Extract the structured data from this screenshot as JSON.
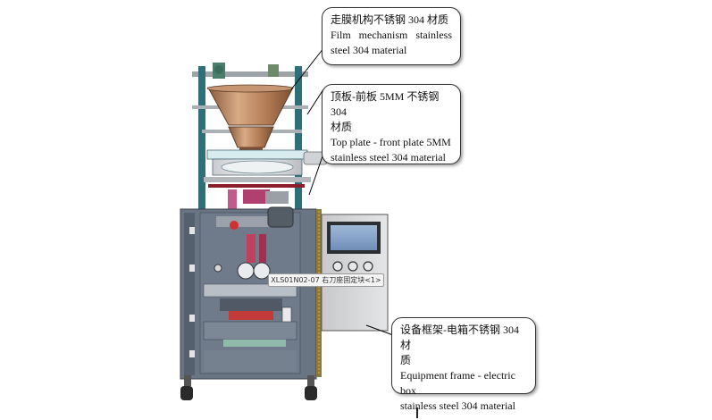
{
  "callouts": {
    "film": {
      "zh": "走膜机构不锈钢 304 材质",
      "en1": "Film mechanism stainless",
      "en2": "steel 304 material"
    },
    "top_plate": {
      "zh1": "顶板-前板 5MM 不锈钢 304",
      "zh2": "材质",
      "en1": "Top plate - front plate 5MM",
      "en2": "stainless steel 304 material"
    },
    "frame": {
      "zh1": "设备框架-电箱不锈钢 304 材",
      "zh2": "质",
      "en1": "Equipment frame - electric box",
      "en2": "stainless steel 304 material"
    }
  },
  "part_tooltip": "XLS01N02-07 右刀座固定块<1>",
  "colors": {
    "cabinet": "#6a7584",
    "electric_box": "#d4d5d6",
    "hopper": "#b07a54",
    "screen": "#7a9bc4"
  }
}
